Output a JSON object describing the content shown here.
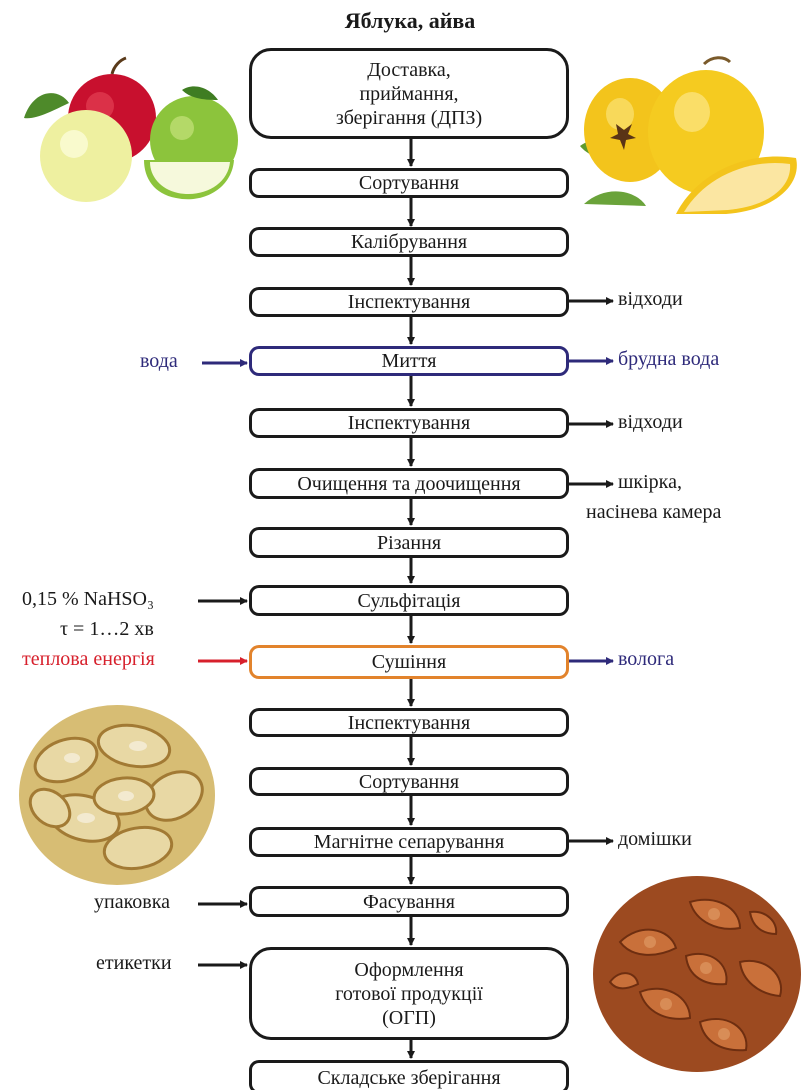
{
  "title": "Яблука, айва",
  "steps": {
    "delivery": [
      "Доставка,",
      "приймання,",
      "зберігання (ДПЗ)"
    ],
    "sorting1": "Сортування",
    "calibration": "Калібрування",
    "inspection1": "Інспектування",
    "washing": "Миття",
    "inspection2": "Інспектування",
    "peeling": "Очищення та доочищення",
    "cutting": "Різання",
    "sulfitation": "Сульфітація",
    "drying": "Сушіння",
    "inspection3": "Інспектування",
    "sorting2": "Сортування",
    "magnetic": "Магнітне сепарування",
    "packing": "Фасування",
    "finishing": [
      "Оформлення",
      "готової продукції",
      "(ОГП)"
    ],
    "storage": "Складське зберігання"
  },
  "inputs": {
    "water": "вода",
    "sulfite_line1": "0,15 % NaHSO₃",
    "sulfite_line2": "τ = 1…2 хв",
    "heat": "теплова енергія",
    "packaging": "упаковка",
    "labels": "етикетки"
  },
  "outputs": {
    "waste1": "відходи",
    "dirty_water": "брудна вода",
    "waste2": "відходи",
    "peel_line1": "шкірка,",
    "peel_line2": "насінева камера",
    "moisture": "волога",
    "impurities": "домішки"
  },
  "colors": {
    "blue": "#2e2a7a",
    "orange": "#e2832c",
    "red": "#d7202c",
    "black": "#1a1a1a"
  },
  "images": [
    "apples-image",
    "quince-image",
    "dried-apple-rings-image",
    "dried-quince-image"
  ]
}
